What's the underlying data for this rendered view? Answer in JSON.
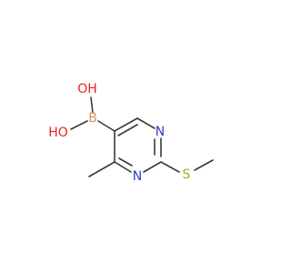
{
  "molecule": {
    "atoms": {
      "oh_top": "OH",
      "oh_left": "HO",
      "boron": "B",
      "n_top": "N",
      "n_bottom": "N",
      "sulfur": "S"
    }
  },
  "colors": {
    "bond": "#3a3a3a",
    "oxygen": "#e8231f",
    "nitrogen": "#2f3fc8",
    "boron": "#d4936a",
    "sulfur": "#b0a21a",
    "background": "#ffffff"
  }
}
